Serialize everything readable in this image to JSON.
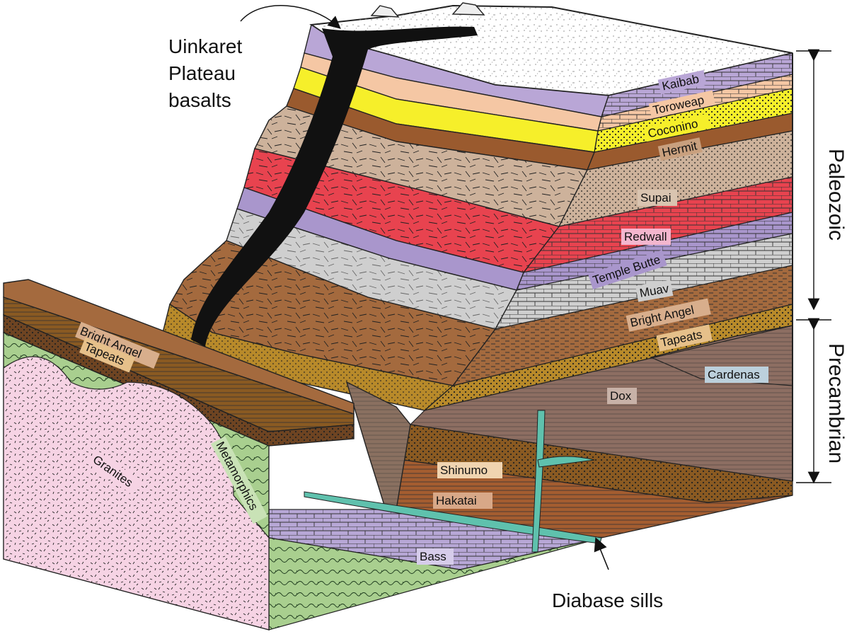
{
  "callouts": {
    "basalt": [
      "Uinkaret",
      "Plateau",
      "basalts"
    ],
    "sills": "Diabase sills"
  },
  "eras": {
    "paleozoic": "Paleozoic",
    "precambrian": "Precambrian"
  },
  "layers": {
    "kaibab": "Kaibab",
    "toroweap": "Toroweap",
    "coconino": "Coconino",
    "hermit": "Hermit",
    "supai": "Supai",
    "redwall": "Redwall",
    "temple_butte": "Temple Butte",
    "muav": "Muav",
    "bright_angel": "Bright Angel",
    "tapeats": "Tapeats",
    "cardenas": "Cardenas",
    "dox": "Dox",
    "shinumo": "Shinumo",
    "hakatai": "Hakatai",
    "bass": "Bass"
  },
  "basement": {
    "granites": "Granites",
    "metamorphics": "Metamorphics",
    "bright_angel_left": "Bright Angel",
    "tapeats_left": "Tapeats"
  },
  "colors": {
    "kaibab": "#b9a6d6",
    "toroweap": "#f5c7a4",
    "coconino": "#f6ef2a",
    "hermit": "#9a5a2e",
    "supai": "#cdb29b",
    "redwall": "#e8434f",
    "temple_butte": "#a996cc",
    "muav": "#cfcfcf",
    "bright_angel": "#a46a3e",
    "tapeats": "#b88a2a",
    "cardenas": "#9cb6c8",
    "dox": "#8d6e62",
    "shinumo": "#8a5a22",
    "hakatai": "#a45d30",
    "bass": "#b7a7d6",
    "granite": "#f6d3e4",
    "metamorphic": "#a9cf8f",
    "basalt": "#111111",
    "sill": "#5fc1ad"
  }
}
